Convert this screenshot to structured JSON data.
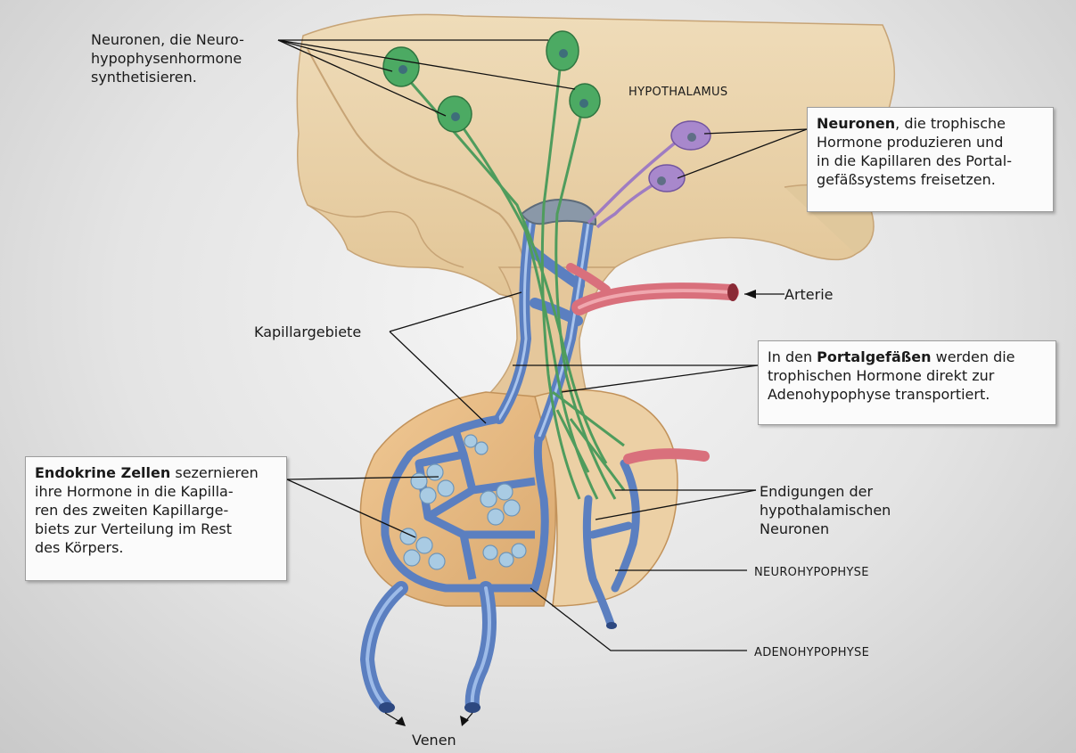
{
  "labels": {
    "neurons_neuro": "Neuronen, die Neuro-\nhypophysenhormone\nsynthetisieren.",
    "hypothalamus": "HYPOTHALAMUS",
    "kapillargebiete": "Kapillargebiete",
    "arterie": "Arterie",
    "endigungen": "Endigungen der\nhypothalamischen\nNeuronen",
    "neurohypophyse": "NEUROHYPOPHYSE",
    "adenohypophyse": "ADENOHYPOPHYSE",
    "venen": "Venen"
  },
  "boxes": {
    "trophic": {
      "bold": "Neuronen",
      "text": ", die trophische\nHormone produzieren und\nin die Kapillaren des Portal-\ngefäßsystems freisetzen."
    },
    "portal": {
      "pre": "In den ",
      "bold": "Portalgefäßen",
      "post": " werden die\ntrophischen Hormone direkt zur\nAdenohypophyse transportiert."
    },
    "endocrine": {
      "bold": "Endokrine Zellen",
      "text": " sezernieren\nihre Hormone in die Kapilla-\nren des zweiten Kapillarge-\nbiets zur Verteilung im Rest\ndes Körpers."
    }
  },
  "colors": {
    "tissue": "#e9d4ad",
    "tissue_dark": "#c9a97a",
    "vein": "#5f86c4",
    "artery": "#de6f7c",
    "neuron_green": "#4d9e5e",
    "neuron_purple": "#a07cc0",
    "cell": "#a9cbe3"
  }
}
